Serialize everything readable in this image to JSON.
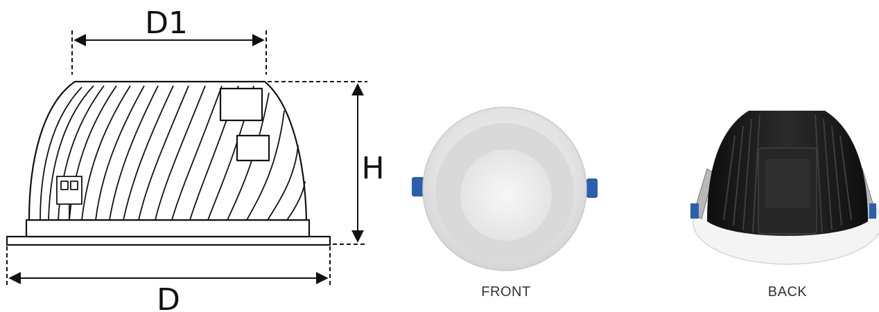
{
  "labels": {
    "top_diameter": "D1",
    "height": "H",
    "bottom_diameter": "D",
    "front_view": "FRONT",
    "back_view": "BACK"
  },
  "colors": {
    "line": "#111111",
    "clip_blue": "#2a5fae",
    "body_white": "#e9e9e9",
    "heatsink_black": "#1b1b1b"
  }
}
